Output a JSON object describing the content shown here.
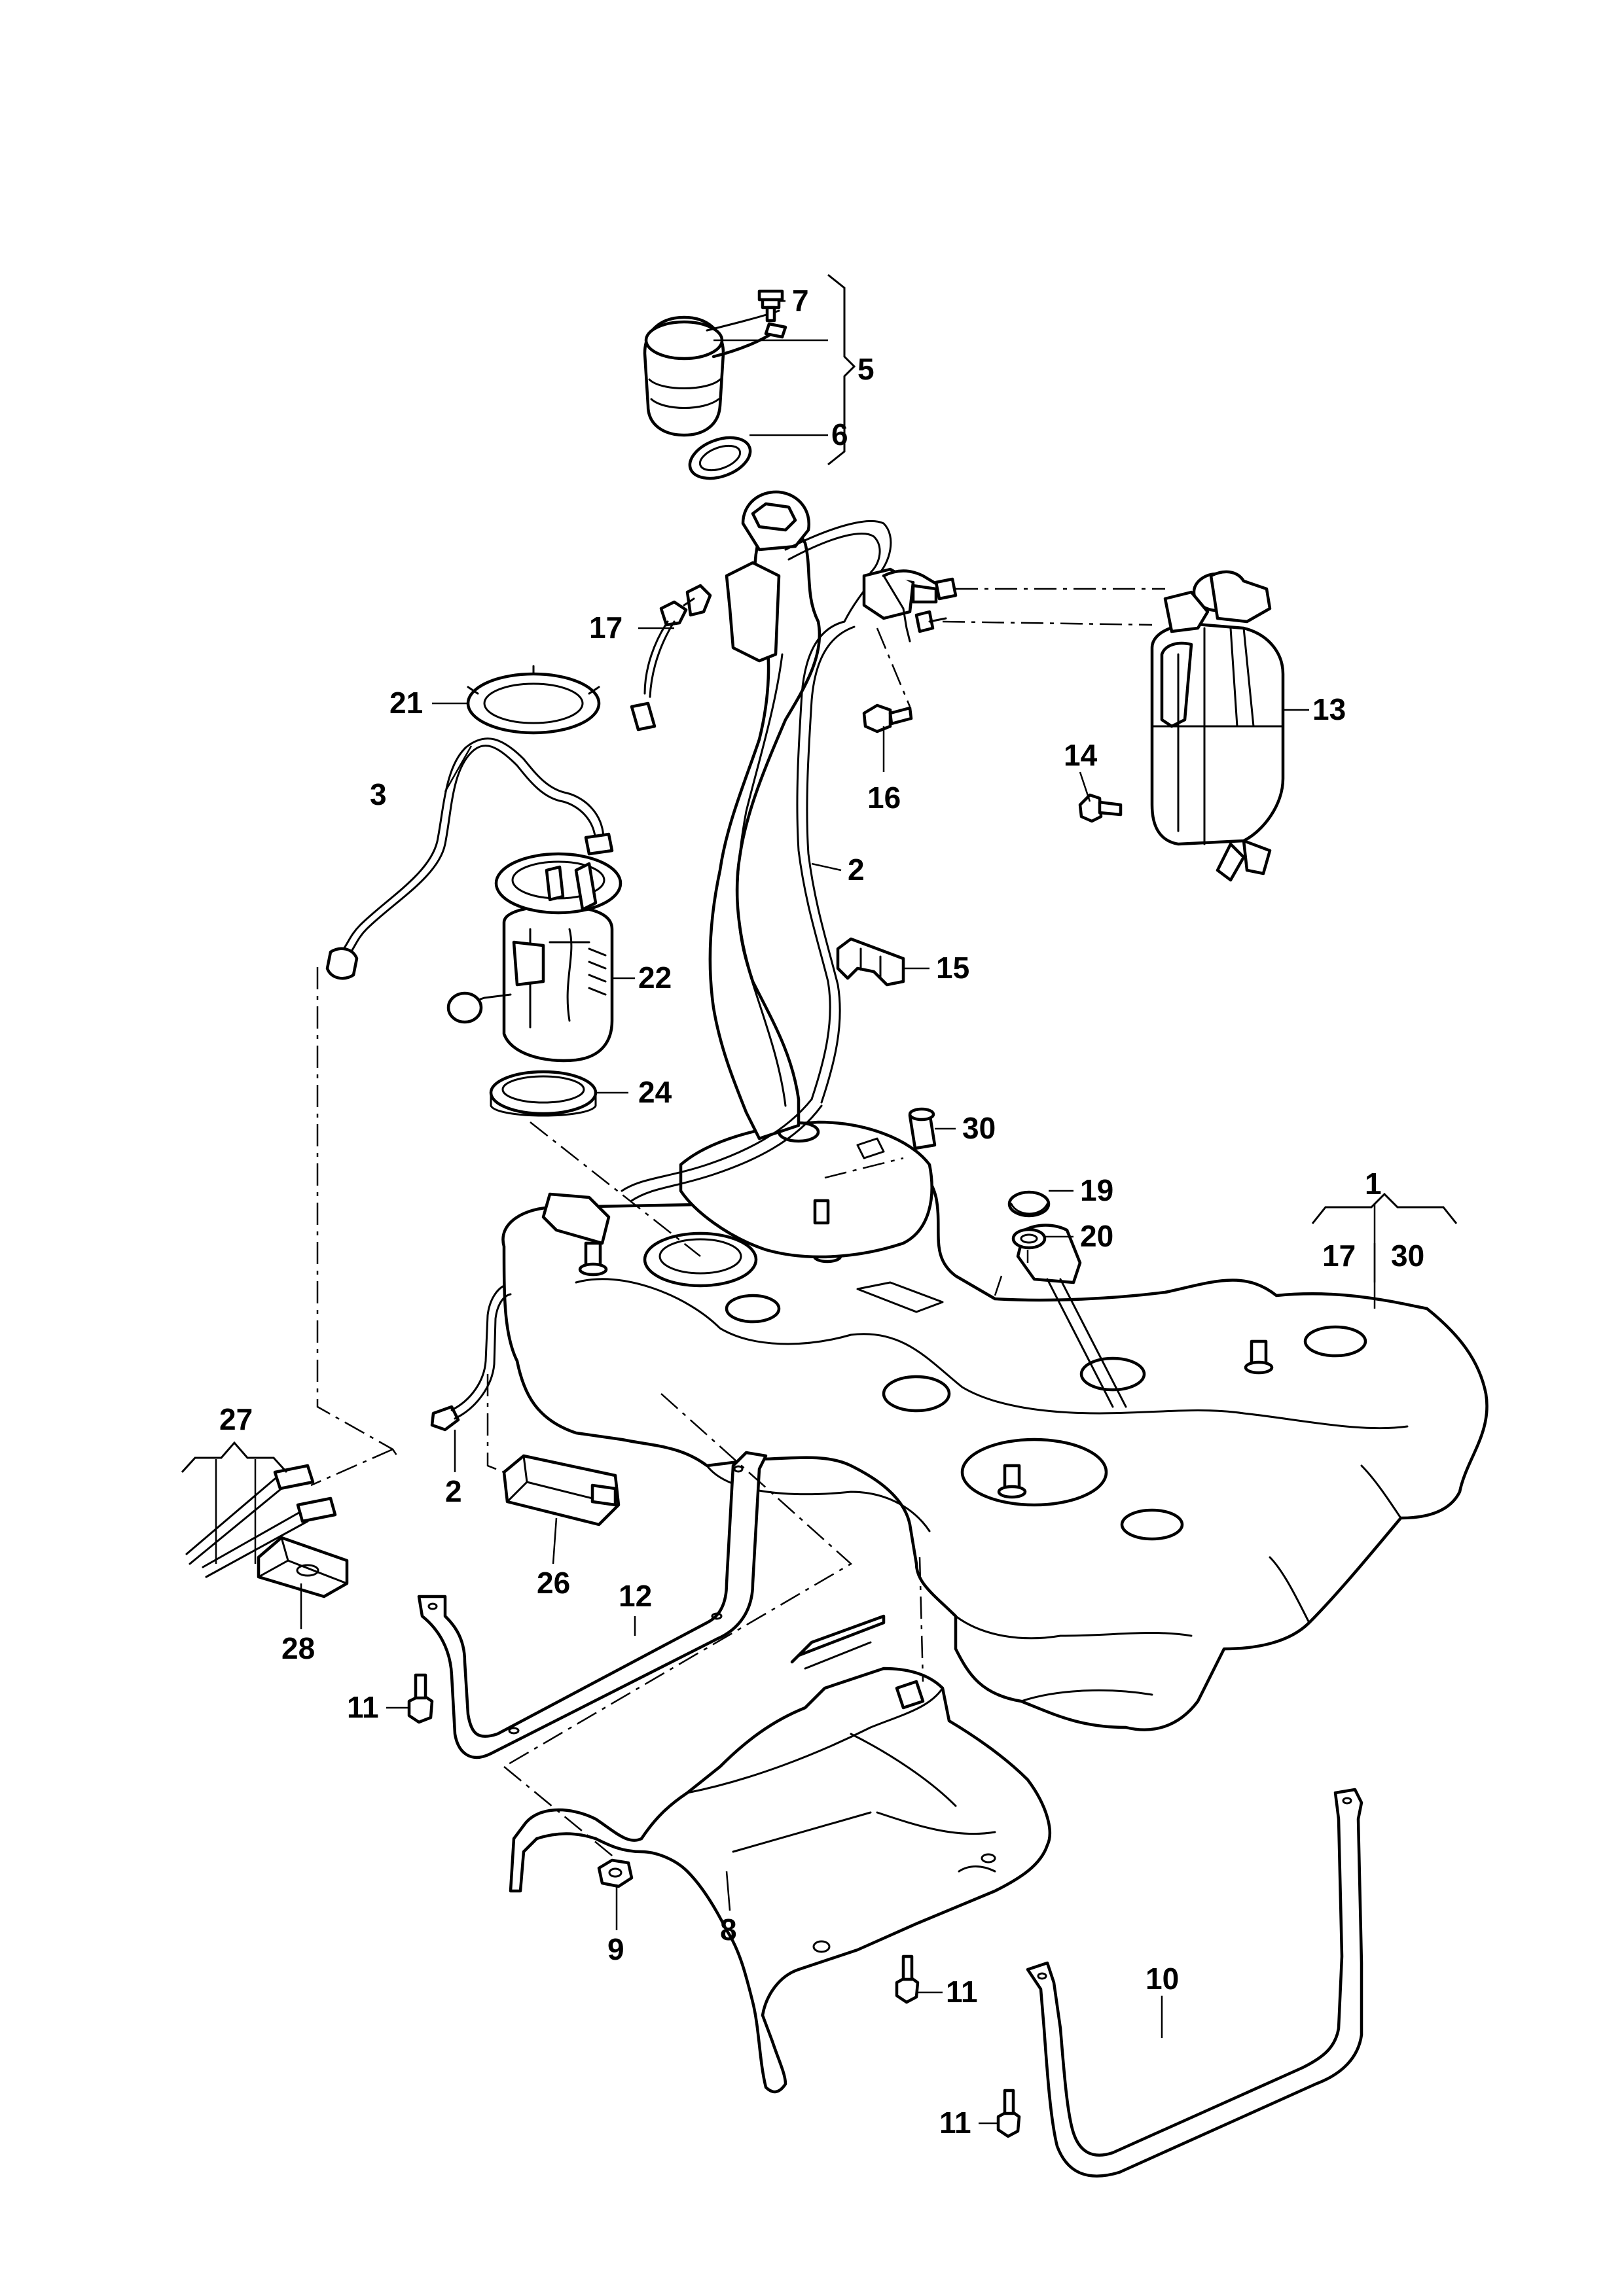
{
  "callouts": {
    "c1": "1",
    "c17a": "17",
    "c30a": "30",
    "c2a": "2",
    "c2b": "2",
    "c3": "3",
    "c5": "5",
    "c6": "6",
    "c7": "7",
    "c8": "8",
    "c9": "9",
    "c10": "10",
    "c11a": "11",
    "c11b": "11",
    "c11c": "11",
    "c12": "12",
    "c13": "13",
    "c14": "14",
    "c15": "15",
    "c16": "16",
    "c17b": "17",
    "c19": "19",
    "c20": "20",
    "c21": "21",
    "c22": "22",
    "c24": "24",
    "c26": "26",
    "c27": "27",
    "c28": "28",
    "c30b": "30"
  }
}
